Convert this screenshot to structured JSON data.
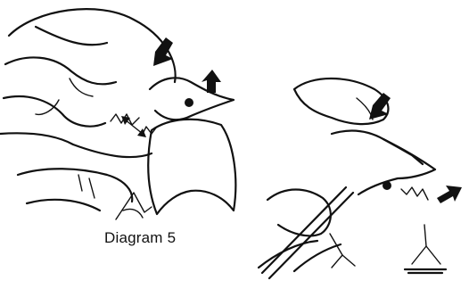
{
  "caption": "Diagram 5",
  "illustrations": [
    {
      "name": "left-hands-illustration"
    },
    {
      "name": "right-hands-illustration"
    }
  ]
}
